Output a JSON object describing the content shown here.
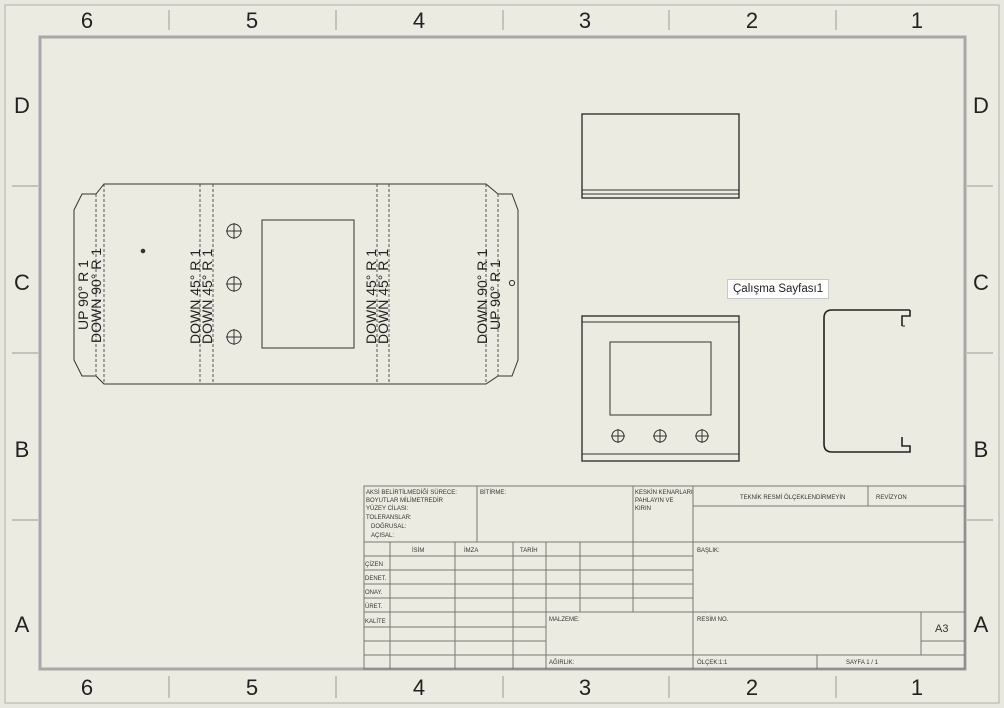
{
  "sheet": {
    "zones_top": [
      "6",
      "5",
      "4",
      "3",
      "2",
      "1"
    ],
    "zones_bottom": [
      "6",
      "5",
      "4",
      "3",
      "2",
      "1"
    ],
    "rows_left": [
      "D",
      "C",
      "B",
      "A"
    ],
    "rows_right": [
      "D",
      "C",
      "B",
      "A"
    ],
    "tooltip": "Çalışma Sayfası1"
  },
  "flat_pattern": {
    "bend_notes": [
      {
        "up": "UP 90° R 1",
        "down": "DOWN 90° R 1"
      },
      {
        "up": "DOWN 45° R 1",
        "down": "DOWN 45° R 1"
      },
      {
        "up": "DOWN 45° R 1",
        "down": "DOWN 45° R 1"
      },
      {
        "up": "DOWN 90° R 1",
        "down": "UP 90° R 1"
      }
    ]
  },
  "title_block": {
    "notes": [
      "AKSİ BELİRTİLMEDİĞİ SÜRECE:",
      "BOYUTLAR MİLİMETREDİR",
      "YÜZEY CİLASI:",
      "TOLERANSLAR:",
      "DOĞRUSAL:",
      "AÇISAL:"
    ],
    "finish": "BİTİRME:",
    "edges": [
      "KESKİN KENARLARI",
      "PAHLAYIN VE",
      "KIRIN"
    ],
    "no_scale": "TEKNİK RESMİ ÖLÇEKLENDİRMEYİN",
    "revision": "REVİZYON",
    "headers": [
      "İSİM",
      "İMZA",
      "TARİH"
    ],
    "roles": [
      "ÇİZEN",
      "DENET.",
      "ONAY.",
      "ÜRET.",
      "KALİTE"
    ],
    "title": "BAŞLIK:",
    "material": "MALZEME:",
    "drawing_no": "RESİM NO.",
    "size": "A3",
    "weight": "AĞIRLIK:",
    "scale": "ÖLÇEK:1:1",
    "sheet": "SAYFA 1 / 1"
  }
}
